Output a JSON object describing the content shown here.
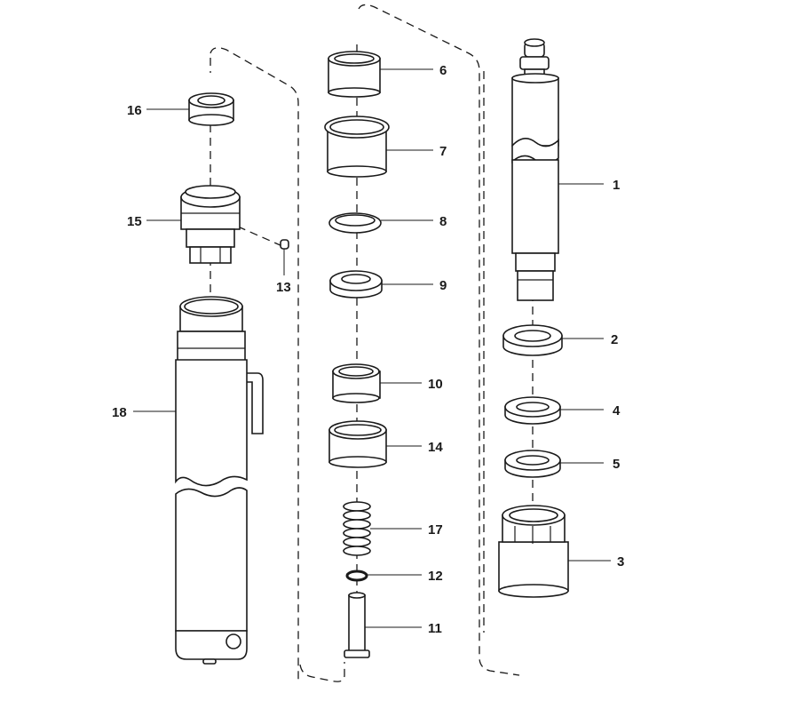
{
  "diagram": {
    "type": "exploded parts diagram",
    "callouts": [
      "1",
      "2",
      "3",
      "4",
      "5",
      "6",
      "7",
      "8",
      "9",
      "10",
      "11",
      "12",
      "13",
      "14",
      "15",
      "16",
      "17",
      "18"
    ]
  }
}
